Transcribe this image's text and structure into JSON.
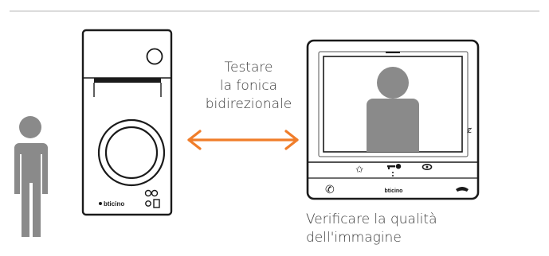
{
  "diagram": {
    "arrow_caption": [
      "Testare",
      "la fonica",
      "bidirezionale"
    ],
    "monitor_caption": [
      "Verificare la qualità",
      "dell'immagine"
    ],
    "brand": "bticino",
    "arrow_color": "#f07d2a",
    "outline_color": "#1a1a1a",
    "silhouette_color": "#8a8a8a",
    "rule_color": "#c8c8c8"
  }
}
